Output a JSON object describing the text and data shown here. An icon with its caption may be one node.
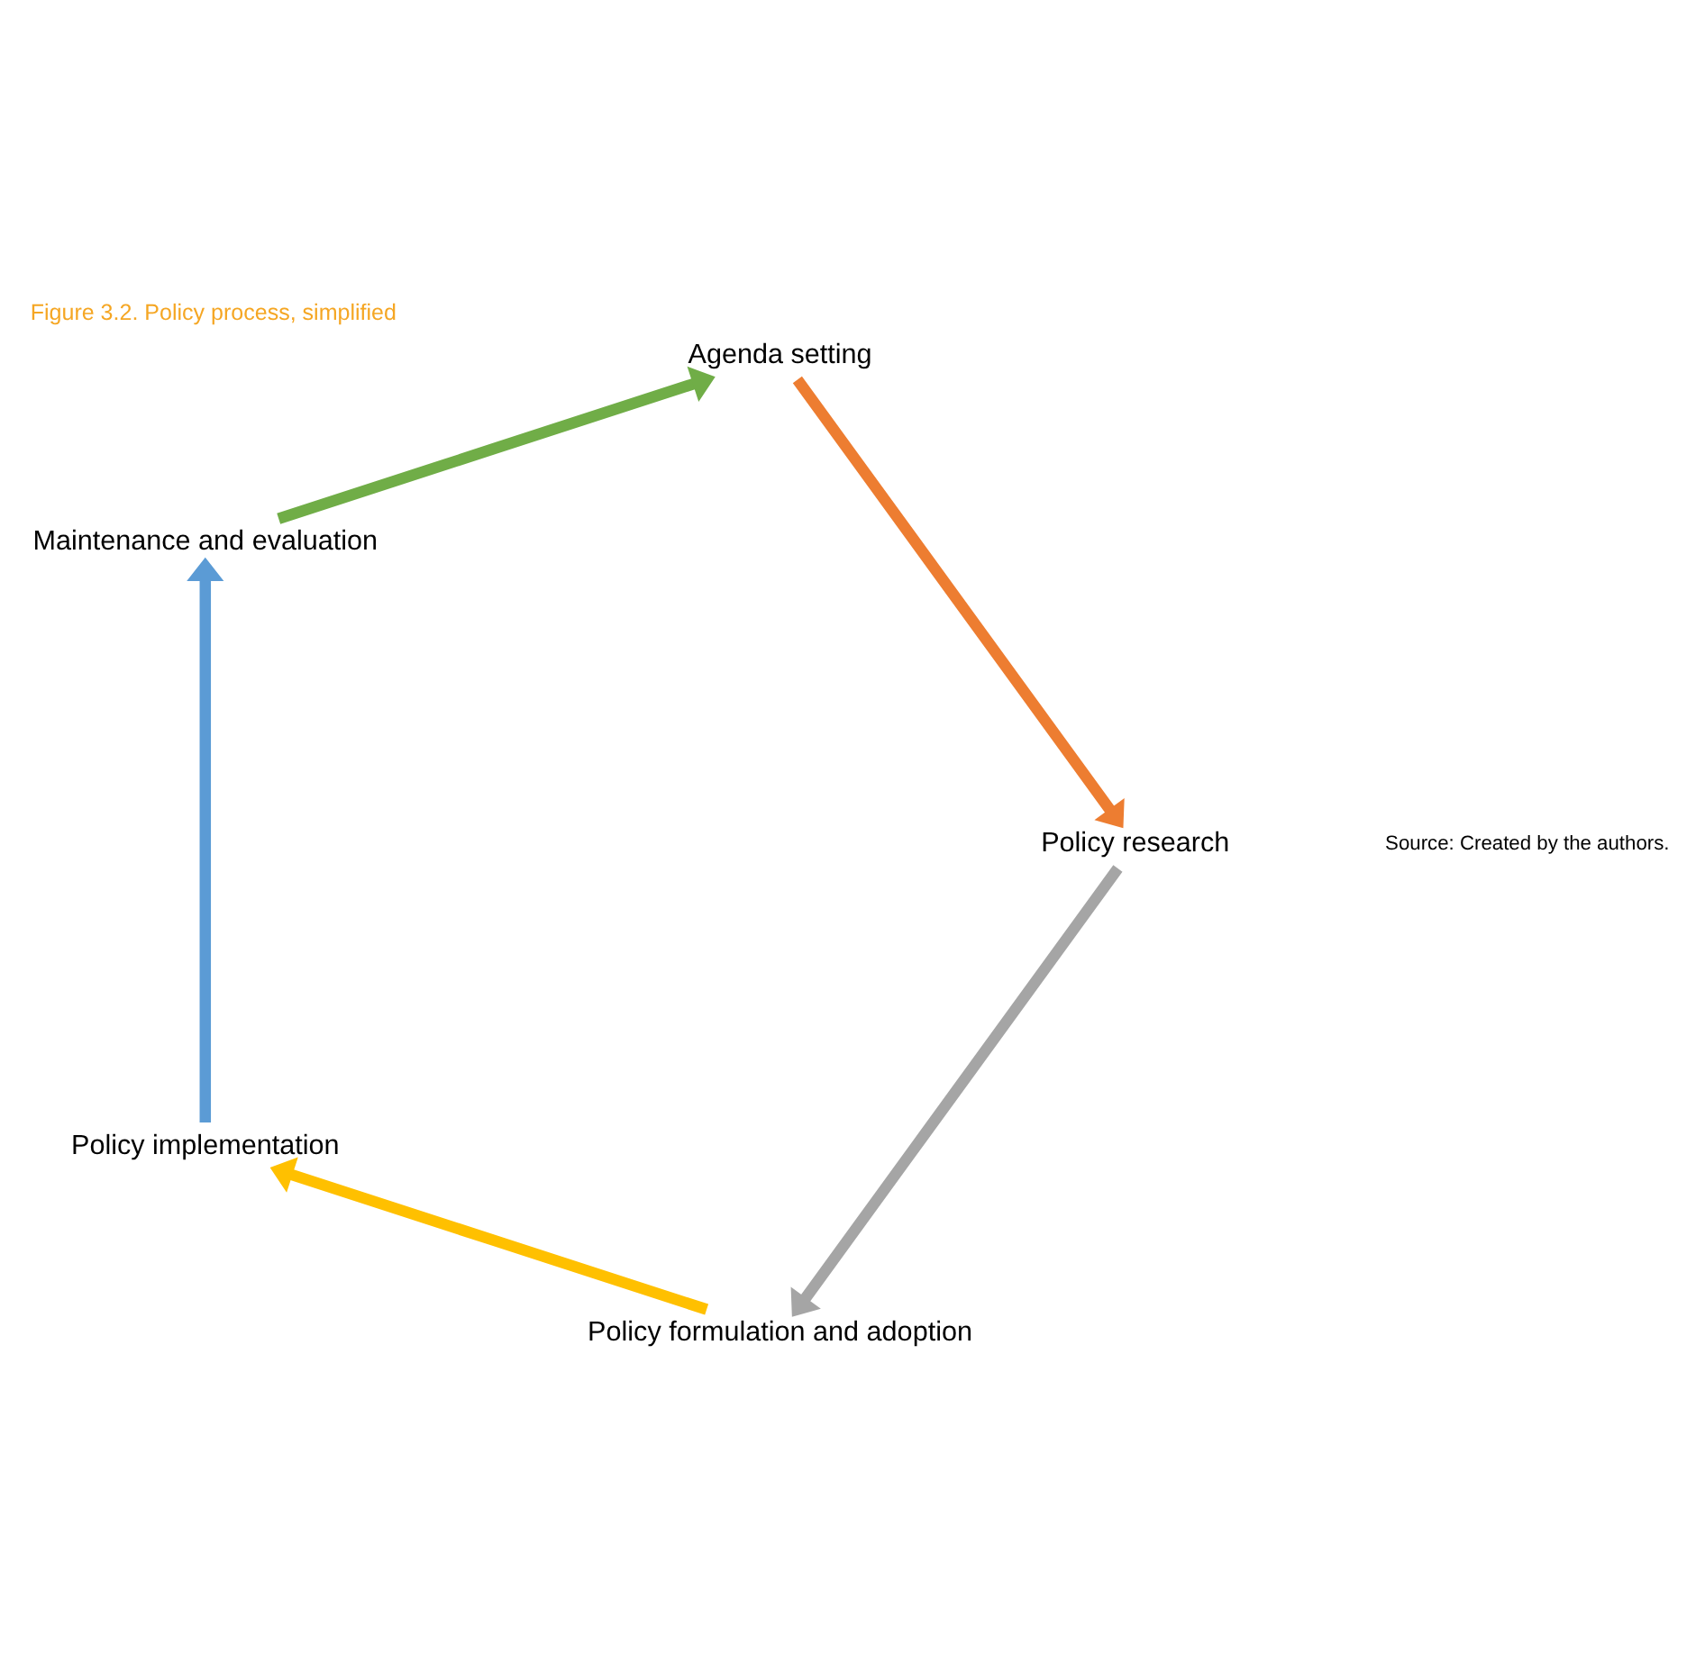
{
  "diagram": {
    "title": "Figure 3.2. Policy process, simplified",
    "caption": "Source: Created by the authors.",
    "nodes": [
      {
        "text": [
          "Maintenance and evaluation"
        ]
      },
      {
        "text": [
          "Agenda setting"
        ]
      },
      {
        "text": [
          "Policy research"
        ]
      },
      {
        "text": [
          "Policy formulation and adoption"
        ]
      },
      {
        "text": [
          "Policy implementation"
        ]
      }
    ],
    "edges": [
      {
        "from": 0,
        "to": 1,
        "arrow": "to",
        "color": "#70ad47"
      },
      {
        "from": 1,
        "to": 2,
        "arrow": "to",
        "color": "#ed7d31"
      },
      {
        "from": 2,
        "to": 3,
        "arrow": "to",
        "color": "#a5a5a5"
      },
      {
        "from": 3,
        "to": 4,
        "arrow": "to",
        "color": "#ffc000"
      },
      {
        "from": 4,
        "to": 0,
        "arrow": "to",
        "color": "#5b9bd5"
      }
    ]
  }
}
